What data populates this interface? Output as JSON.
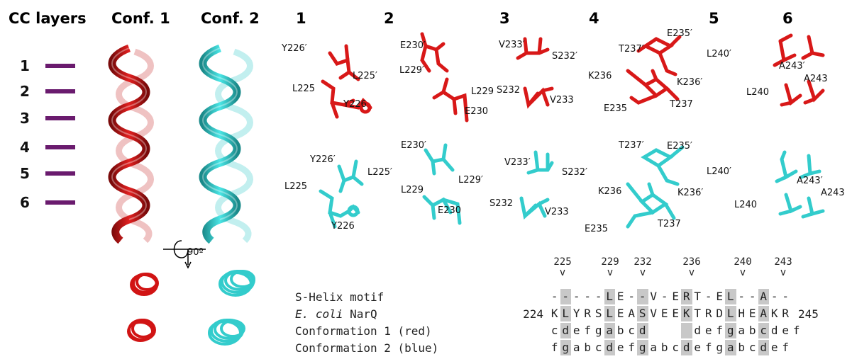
{
  "headers": {
    "cc_layers": "CC layers",
    "conf1": "Conf. 1",
    "conf2": "Conf. 2",
    "panels": [
      "1",
      "2",
      "3",
      "4",
      "5",
      "6"
    ]
  },
  "layers": [
    "1",
    "2",
    "3",
    "4",
    "5",
    "6"
  ],
  "rotation": {
    "label": "90º"
  },
  "colors": {
    "conf1": "#dd1a1a",
    "conf2": "#33d6d6",
    "layer_bar": "#6a1b6e",
    "highlight": "#c8c8c8",
    "nitrogen": "#2233cc"
  },
  "residue_labels": {
    "p1_top": [
      "Y226′",
      "L225′",
      "L225",
      "Y226"
    ],
    "p2_top": [
      "E230′",
      "L229′",
      "L229",
      "E230"
    ],
    "p3_top": [
      "V233′",
      "S232′",
      "S232",
      "V233"
    ],
    "p4_top": [
      "T237′",
      "E235′",
      "K236",
      "K236′",
      "E235",
      "T237"
    ],
    "p5_top": [
      "L240′",
      "L240"
    ],
    "p6_top": [
      "A243′",
      "A243"
    ],
    "p1_bot": [
      "Y226′",
      "L225′",
      "L225",
      "Y226"
    ],
    "p2_bot": [
      "E230′",
      "L229′",
      "L229",
      "E230"
    ],
    "p3_bot": [
      "V233′",
      "S232′",
      "S232",
      "V233"
    ],
    "p4_bot": [
      "T237′",
      "E235′",
      "K236",
      "K236′",
      "E235",
      "T237"
    ],
    "p5_bot": [
      "L240′",
      "L240"
    ],
    "p6_bot": [
      "A243′",
      "A243"
    ]
  },
  "alignment": {
    "ticks": [
      "225",
      "229",
      "232",
      "236",
      "240",
      "243"
    ],
    "tick_mark": "v",
    "rows": [
      {
        "name": "S-Helix motif",
        "prefix": "",
        "suffix": "",
        "chars": "-----LE--V-ERT-EL--A--"
      },
      {
        "name_italic": "E. coli",
        "name": " NarQ",
        "prefix": "224",
        "suffix": "245",
        "chars": "KLYRSLEASVEEKTRDLHEAKR"
      },
      {
        "name": "Conformation 1 (red)",
        "prefix": "",
        "suffix": "",
        "chars": "cdefgabcd    defgabcdef"
      },
      {
        "name": "Conformation 2 (blue)",
        "prefix": "",
        "suffix": "",
        "chars": "fgabcdefgabcdefgabcdef"
      }
    ],
    "highlight_columns": [
      1,
      5,
      8,
      12,
      16,
      19
    ]
  }
}
